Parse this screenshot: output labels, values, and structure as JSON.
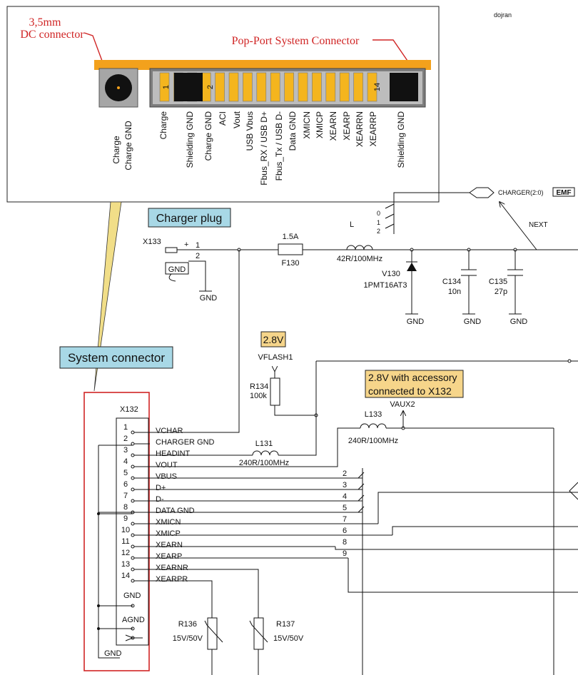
{
  "watermark": "dojran",
  "inset": {
    "dc_connector_label": [
      "3,5mm",
      "DC connector"
    ],
    "popport_label": "Pop-Port System Connector",
    "dc_pins": [
      "Charge",
      "Charge GND"
    ],
    "pin_tags": [
      "1",
      "2",
      "14"
    ],
    "port_pins": [
      "Charge",
      "Shielding GND",
      "Charge GND",
      "ACI",
      "Vout",
      "USB Vbus",
      "Fbus_RX / USB D+",
      "Fbus_Tx / USB D-",
      "Data GND",
      "XMICN",
      "XMICP",
      "XEARN",
      "XEARP",
      "XEARRN",
      "XEARRP",
      "Shielding GND"
    ]
  },
  "callouts": {
    "charger_plug": "Charger plug",
    "system_connector": "System connector",
    "v28": "2.8V",
    "v28_accessory": [
      "2.8V with accessory",
      "connected to X132"
    ]
  },
  "charger": {
    "x133": "X133",
    "plus": "+",
    "pin1": "1",
    "pin2": "2",
    "gnd_box": "GND",
    "gnd": "GND",
    "fuse_rating": "1.5A",
    "fuse_ref": "F130",
    "inductor_L": "L",
    "inductor_val": "42R/100MHz",
    "diode_ref": "V130",
    "diode_part": "1PMT16AT3",
    "c134_ref": "C134",
    "c134_val": "10n",
    "c135_ref": "C135",
    "c135_val": "27p",
    "bus_label": "CHARGER(2:0)",
    "emf": "EMF",
    "next": "NEXT",
    "bus_taps": [
      "0",
      "1",
      "2"
    ]
  },
  "system": {
    "x132": "X132",
    "pin_numbers": [
      "1",
      "2",
      "3",
      "4",
      "5",
      "6",
      "7",
      "8",
      "9",
      "10",
      "11",
      "12",
      "13",
      "14"
    ],
    "pin_names": [
      "VCHAR",
      "CHARGER GND",
      "HEADINT",
      "VOUT",
      "VBUS",
      "D+",
      "D-",
      "DATA GND",
      "XMICN",
      "XMICP",
      "XEARN",
      "XEARP",
      "XEARNR",
      "XEARPR"
    ],
    "gnd_inner": "GND",
    "agnd": "AGND",
    "gnd_outer": "GND",
    "vflash": "VFLASH1",
    "r134_ref": "R134",
    "r134_val": "100k",
    "vaux": "VAUX2",
    "l133": "L133",
    "l133_val": "240R/100MHz",
    "l131": "L131",
    "l131_val": "240R/100MHz",
    "bus_numbers": [
      "2",
      "3",
      "4",
      "5",
      "7",
      "6",
      "8",
      "9"
    ],
    "r136_ref": "R136",
    "r136_val": "15V/50V",
    "r137_ref": "R137",
    "r137_val": "15V/50V"
  }
}
